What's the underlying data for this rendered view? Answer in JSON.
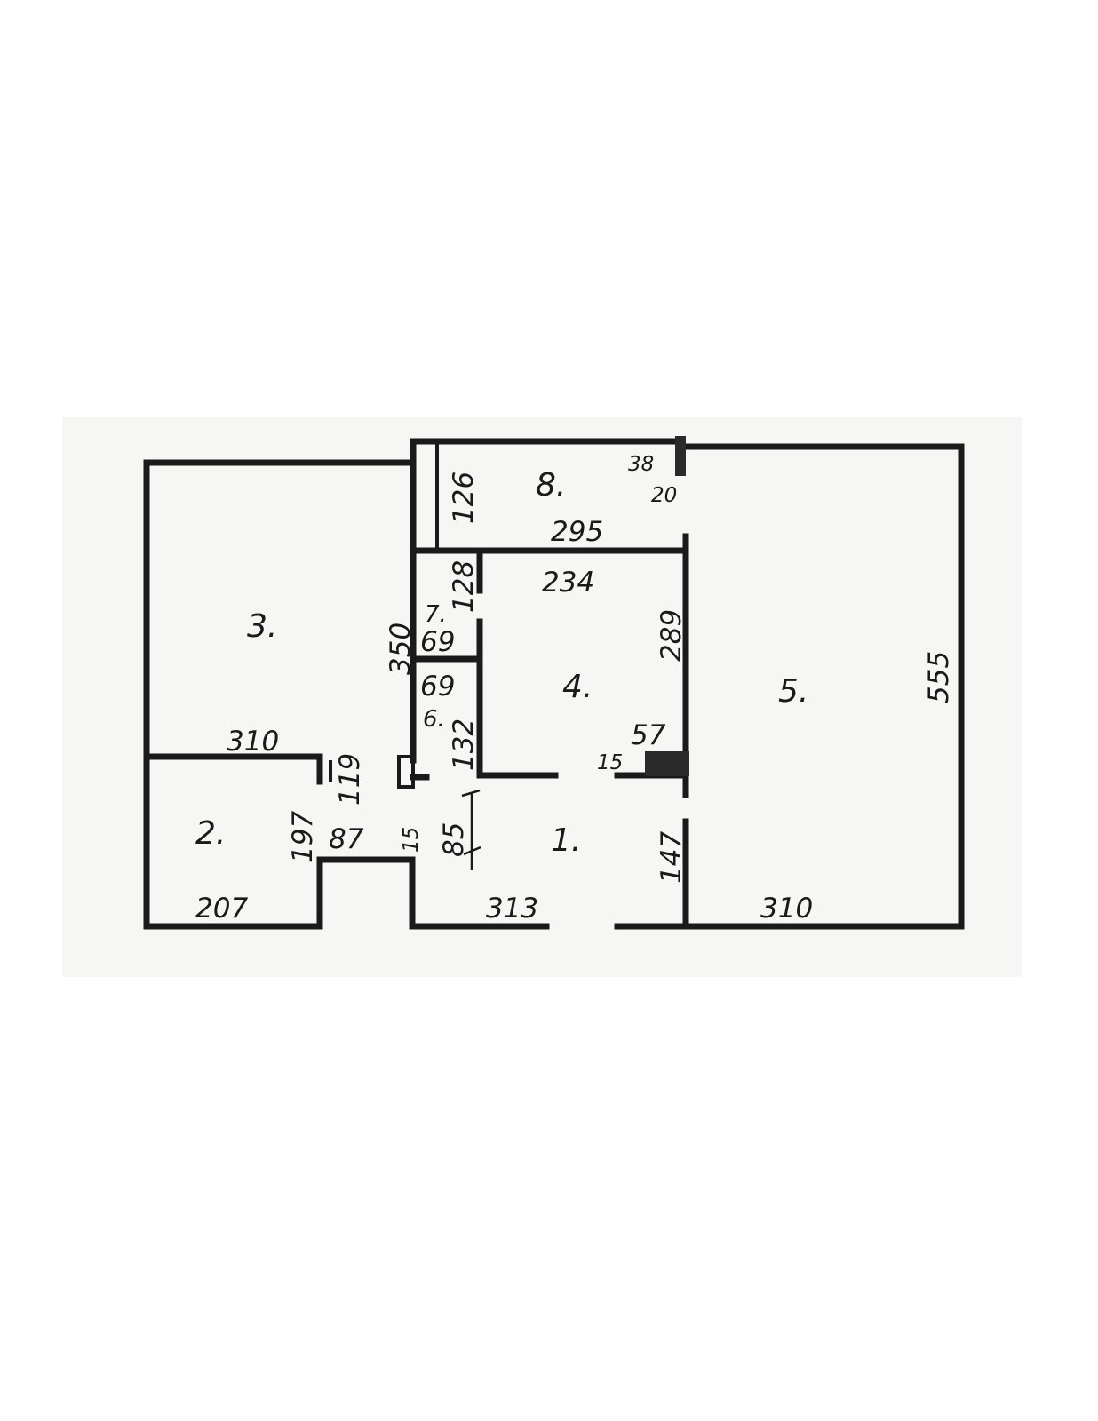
{
  "rooms": {
    "r1": "1.",
    "r2": "2.",
    "r3": "3.",
    "r4": "4.",
    "r5": "5.",
    "r6": "6.",
    "r7": "7.",
    "r8": "8."
  },
  "dimensions": {
    "d126": "126",
    "d38": "38",
    "d20": "20",
    "d295": "295",
    "d128": "128",
    "d234": "234",
    "d289": "289",
    "d350": "350",
    "d69a": "69",
    "d69b": "69",
    "d132": "132",
    "d555": "555",
    "d57": "57",
    "d15a": "15",
    "d310a": "310",
    "d119": "119",
    "d197": "197",
    "d87": "87",
    "d15b": "15",
    "d85": "85",
    "d147": "147",
    "d207": "207",
    "d313": "313",
    "d310b": "310"
  }
}
